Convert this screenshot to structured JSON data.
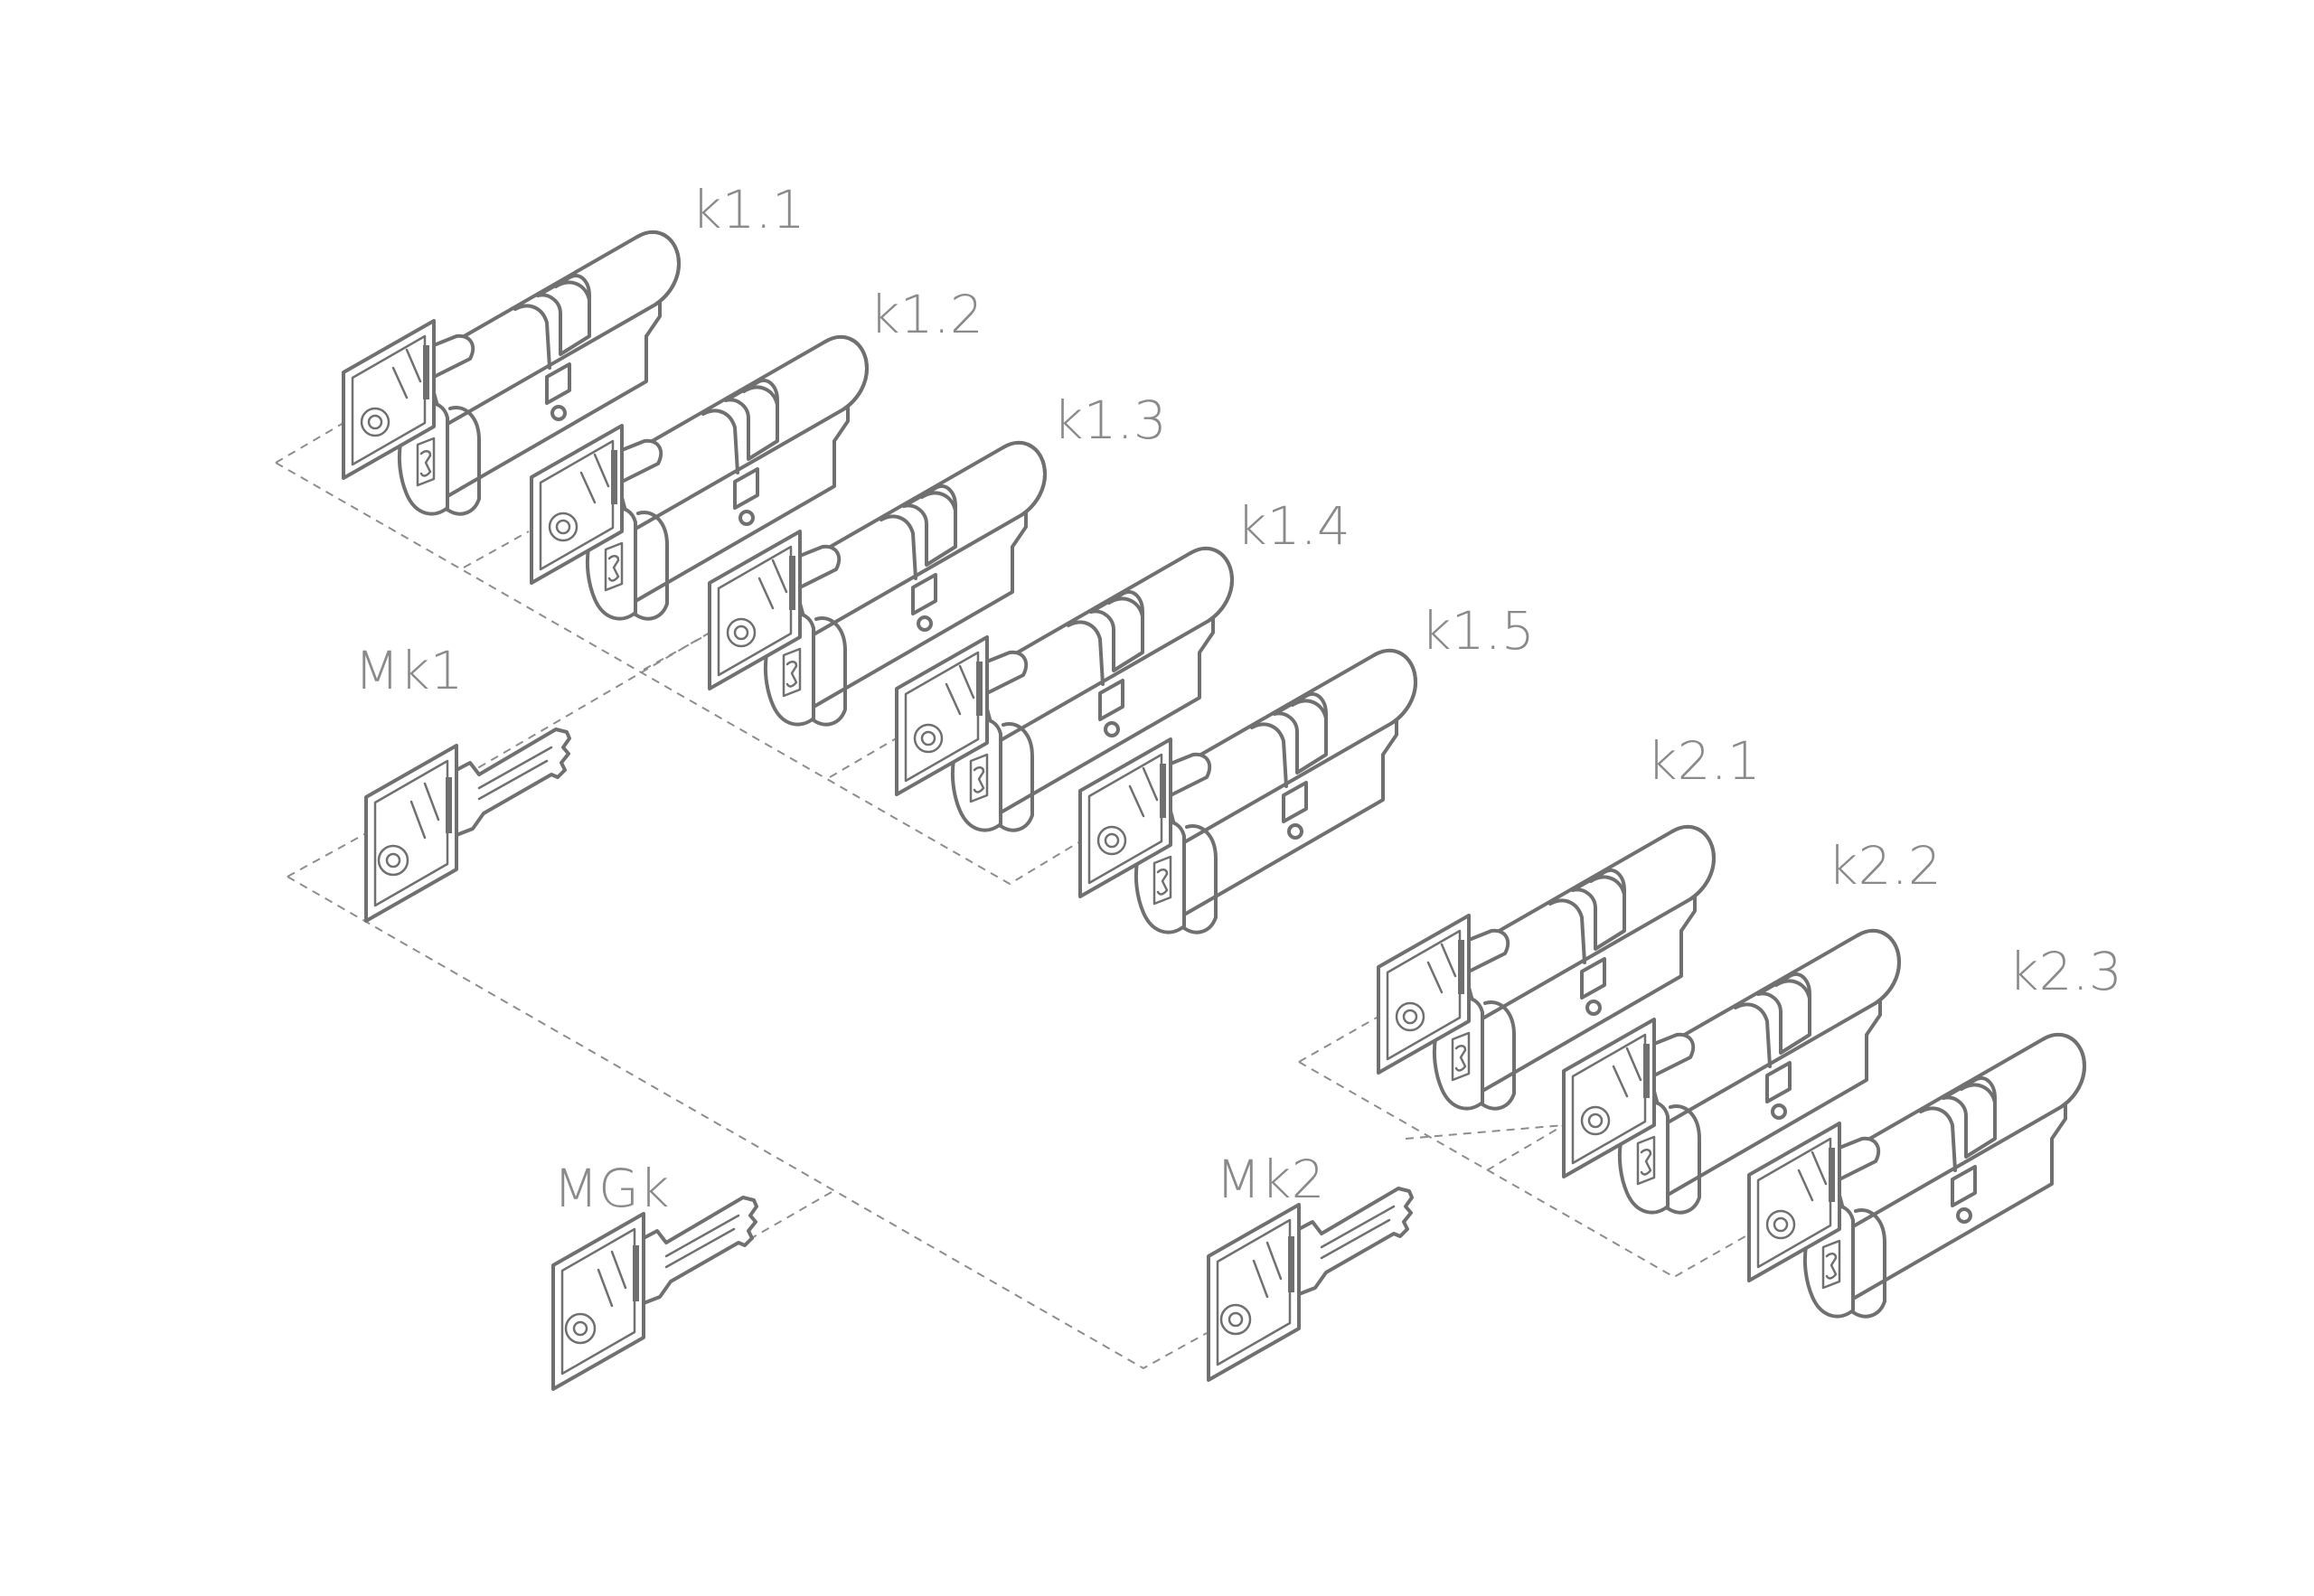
{
  "labels": {
    "k11": "k1.1",
    "k12": "k1.2",
    "k13": "k1.3",
    "k14": "k1.4",
    "k15": "k1.5",
    "k21": "k2.1",
    "k22": "k2.2",
    "k23": "k2.3",
    "mk1": "Mk1",
    "mk2": "Mk2",
    "mgk": "MGk"
  }
}
